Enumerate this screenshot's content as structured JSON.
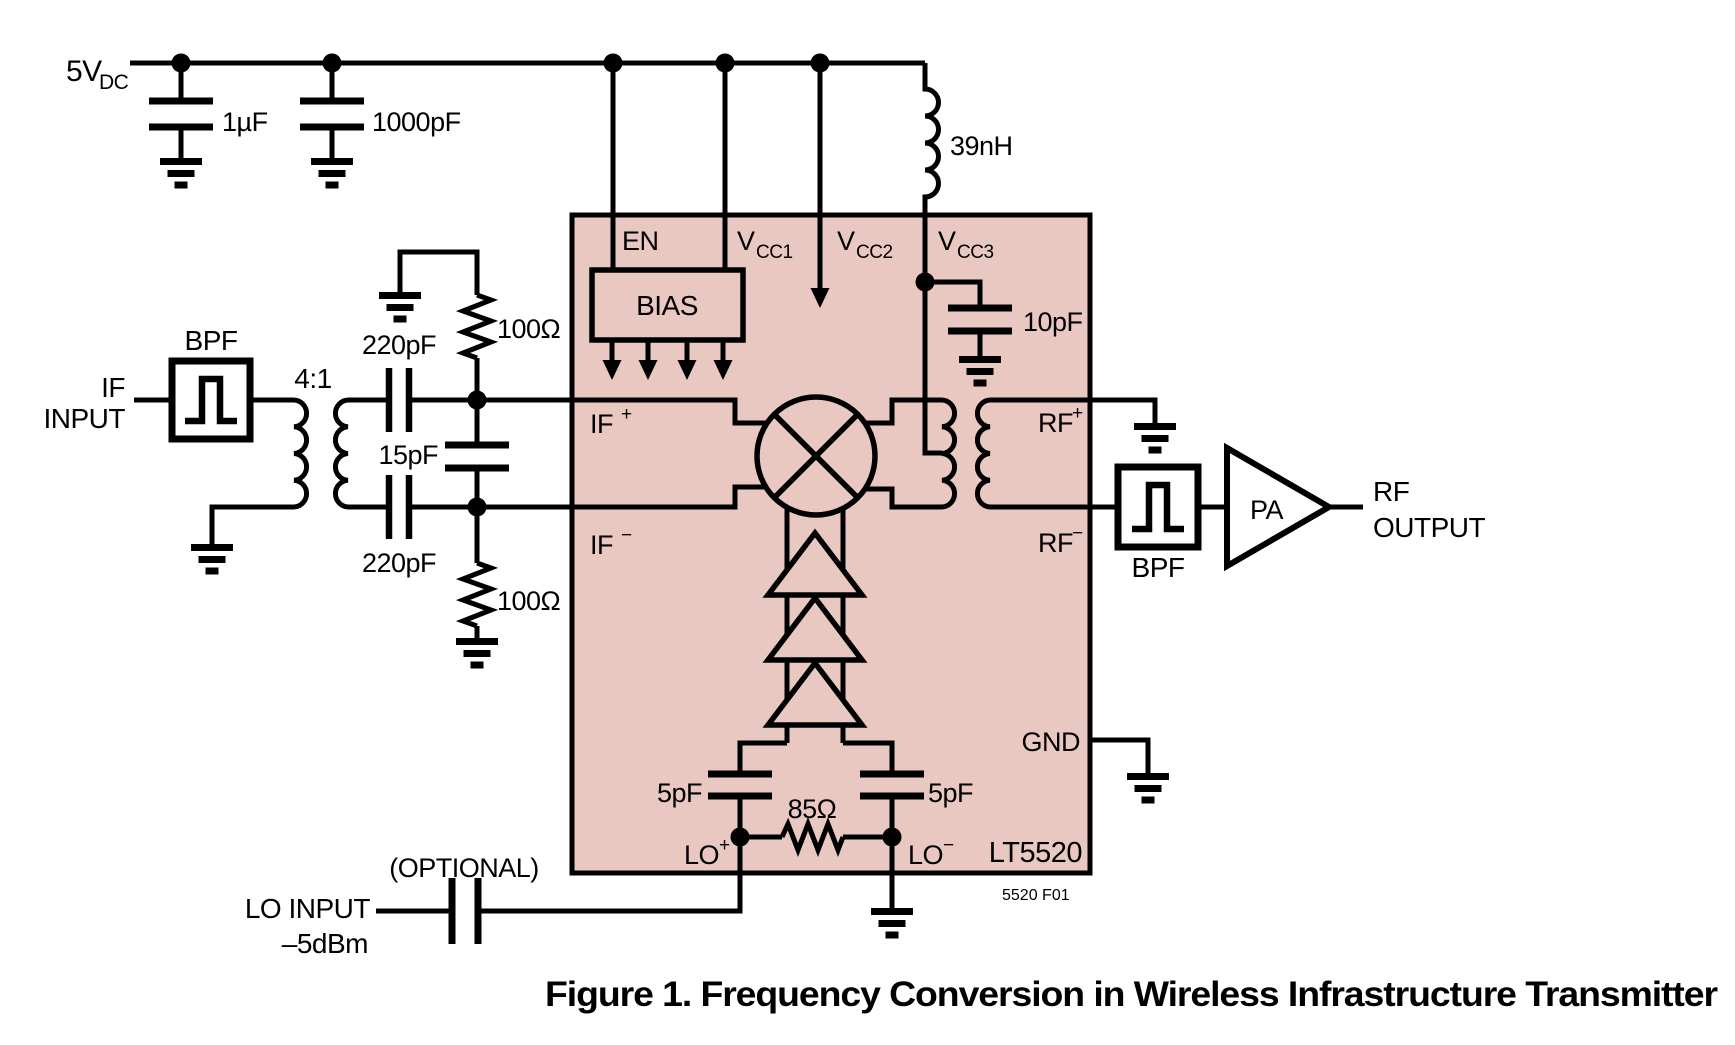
{
  "colors": {
    "ic_fill": "#e9c8c2",
    "line": "#000000",
    "background": "#ffffff"
  },
  "caption": "Figure 1. Frequency Conversion in Wireless Infrastructure Transmitter",
  "supply": {
    "voltage_base": "5V",
    "voltage_sub": "DC",
    "bypass_cap_1": "1µF",
    "bypass_cap_2": "1000pF",
    "choke_inductor": "39nH"
  },
  "if_input": {
    "label_line1": "IF",
    "label_line2": "INPUT",
    "bpf": "BPF",
    "transformer_ratio": "4:1",
    "series_cap_top": "220pF",
    "series_cap_bottom": "220pF",
    "shunt_cap": "15pF",
    "term_resistor_top": "100Ω",
    "term_resistor_bottom": "100Ω"
  },
  "ic": {
    "part_number": "LT5520",
    "figure_note": "5520 F01",
    "bias_block": "BIAS",
    "decoupling_cap": "10pF",
    "lo_cap_left": "5pF",
    "lo_cap_right": "5pF",
    "lo_resistor": "85Ω",
    "pins": {
      "en": "EN",
      "vcc1": {
        "base": "V",
        "sub": "CC1"
      },
      "vcc2": {
        "base": "V",
        "sub": "CC2"
      },
      "vcc3": {
        "base": "V",
        "sub": "CC3"
      },
      "if_plus": {
        "base": "IF",
        "sup": "+"
      },
      "if_minus": {
        "base": "IF",
        "sup": "−"
      },
      "rf_plus": {
        "base": "RF",
        "sup": "+"
      },
      "rf_minus": {
        "base": "RF",
        "sup": "−"
      },
      "lo_plus": {
        "base": "LO",
        "sup": "+"
      },
      "lo_minus": {
        "base": "LO",
        "sup": "−"
      },
      "gnd": "GND"
    }
  },
  "rf_output": {
    "bpf": "BPF",
    "pa": "PA",
    "label_line1": "RF",
    "label_line2": "OUTPUT"
  },
  "lo_input": {
    "label_line1": "LO INPUT",
    "label_line2": "–5dBm",
    "optional": "(OPTIONAL)"
  }
}
